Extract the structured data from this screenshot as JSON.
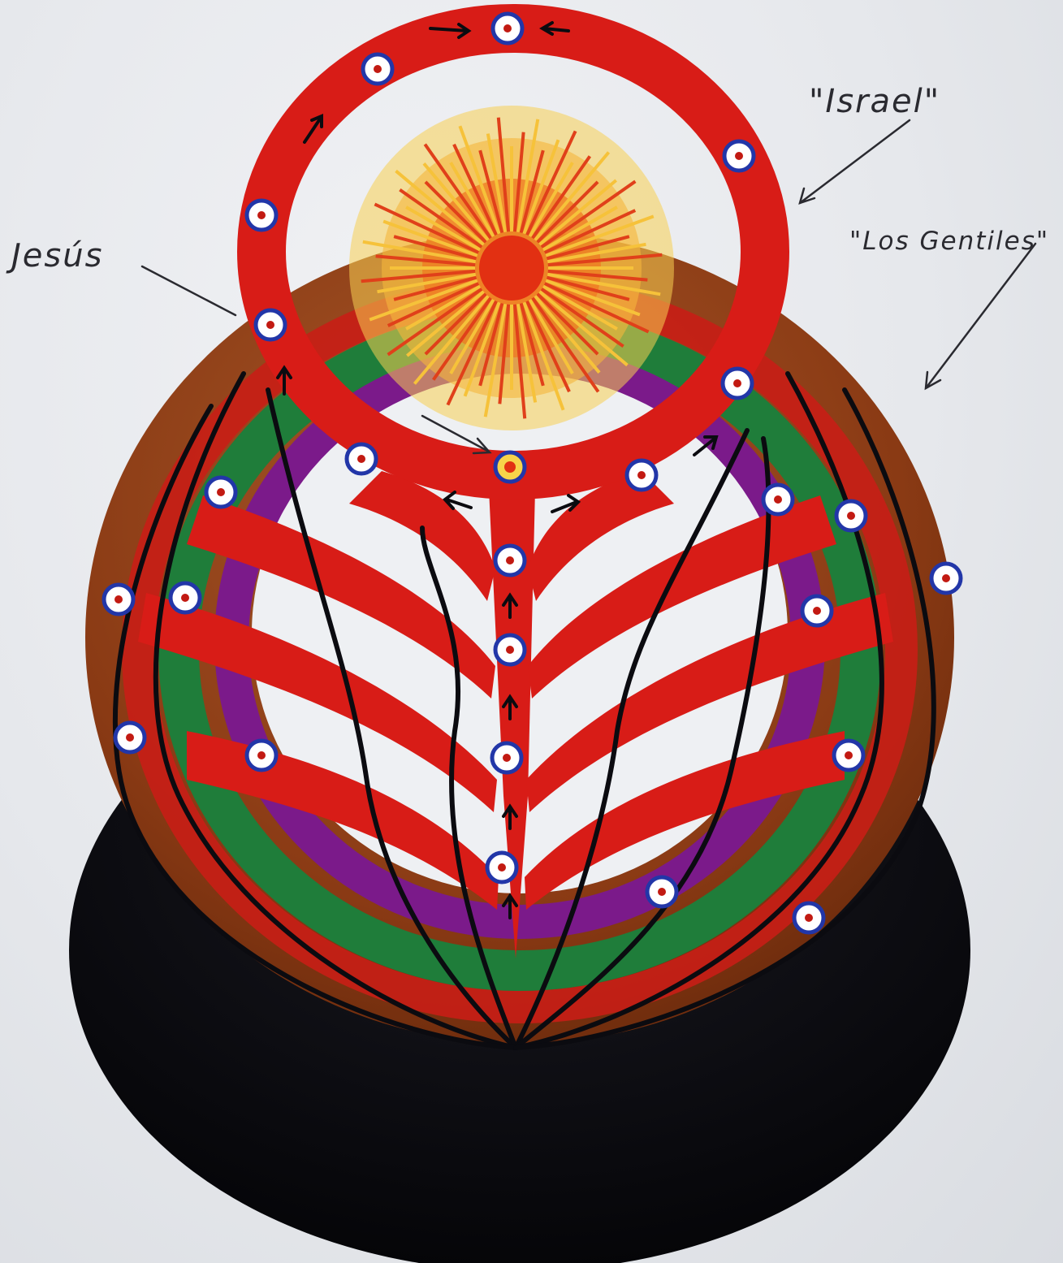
{
  "labels": {
    "jesus": "Jesús",
    "israel": "\"Israel\"",
    "gentiles": "\"Los Gentiles\""
  },
  "colors": {
    "paper": "#e6e8ec",
    "brown": "#8a3a14",
    "red": "#d81c17",
    "green": "#1f7d3a",
    "purple": "#7b1a8a",
    "black": "#0b0b10",
    "sun_core": "#e23012",
    "sun_rays": "#f6c23a",
    "marker_ring": "#2236a8"
  },
  "icons": [
    "sun-icon",
    "circle-marker-icon",
    "arrow-icon"
  ]
}
